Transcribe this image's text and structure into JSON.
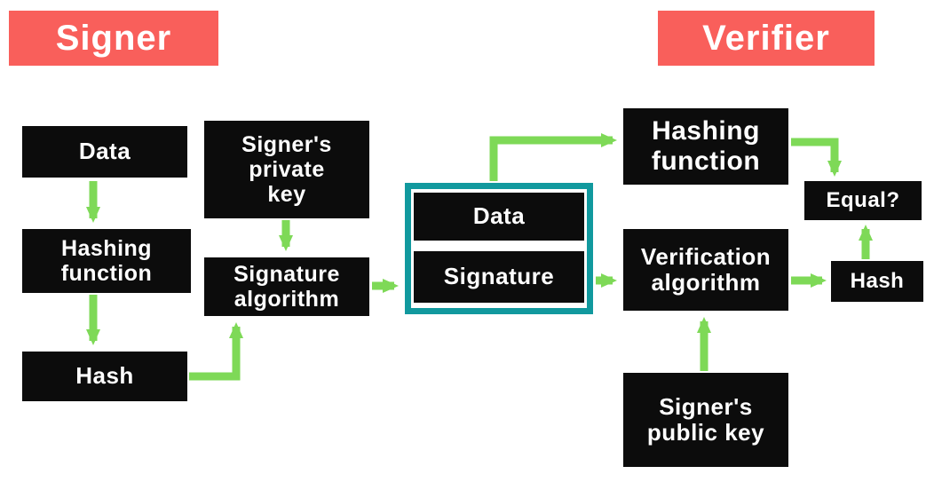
{
  "colors": {
    "coral": "#f95f5b",
    "green": "#7ed957",
    "teal": "#11999e",
    "ink": "#0c0c0c",
    "bg": "#ffffff"
  },
  "headers": {
    "signer": "Signer",
    "verifier": "Verifier"
  },
  "signer": {
    "data": "Data",
    "hashing_function": "Hashing\nfunction",
    "hash": "Hash",
    "private_key": "Signer's\nprivate\nkey",
    "signature_algorithm": "Signature\nalgorithm"
  },
  "payload": {
    "data": "Data",
    "signature": "Signature"
  },
  "verifier": {
    "hashing_function": "Hashing\nfunction",
    "verification_algorithm": "Verification\nalgorithm",
    "public_key": "Signer's\npublic key",
    "equal": "Equal?",
    "hash": "Hash"
  }
}
